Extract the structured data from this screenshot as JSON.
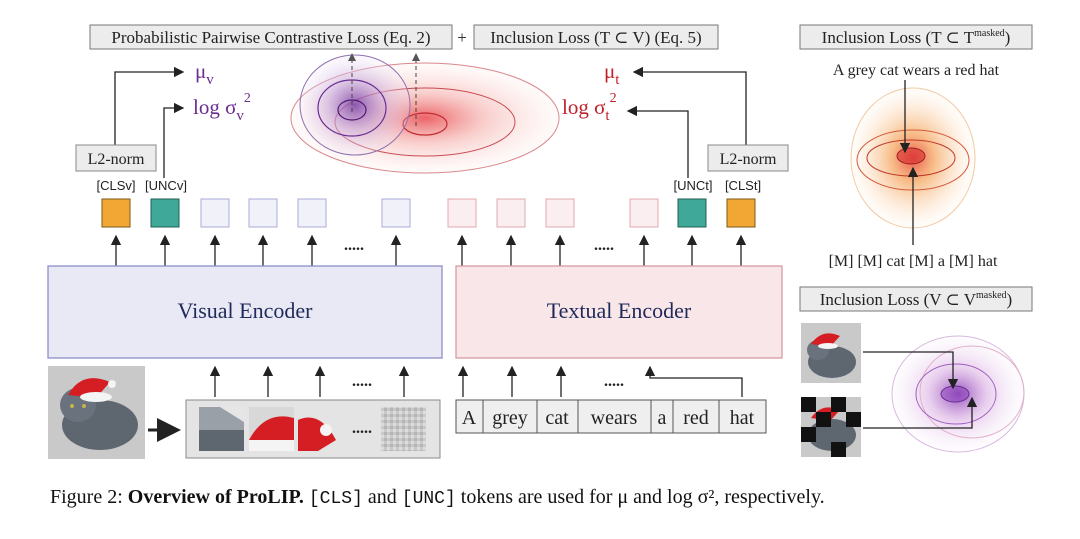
{
  "top_labels": {
    "contrastive": "Probabilistic Pairwise Contrastive Loss (Eq. 2)",
    "plus": "+",
    "inclusion_tv": "Inclusion Loss (T ⊂ V) (Eq. 5)"
  },
  "visual_side": {
    "mu_label": "μ",
    "mu_sub": "v",
    "log_label": "log σ",
    "log_sub": "v",
    "log_sup": "2",
    "l2norm": "L2-norm",
    "cls_label": "[CLSv]",
    "unc_label": "[UNCv]",
    "dots": ".....",
    "encoder": "Visual Encoder",
    "patch_dots": "....."
  },
  "text_side": {
    "mu_label": "μ",
    "mu_sub": "t",
    "log_label": "log σ",
    "log_sub": "t",
    "log_sup": "2",
    "l2norm": "L2-norm",
    "unc_label": "[UNCt]",
    "cls_label": "[CLSt]",
    "dots": ".....",
    "encoder": "Textual Encoder",
    "token_dots": ".....",
    "tokens": [
      "A",
      "grey",
      "cat",
      "wears",
      "a",
      "red",
      "hat"
    ]
  },
  "right_panel": {
    "inclusion_masked_text": "Inclusion Loss (T ⊂ T",
    "masked_sup": "masked",
    "caption_full": "A grey cat wears a red hat",
    "caption_masked": "[M] [M] cat [M] a [M] hat",
    "inclusion_masked_vis": "Inclusion Loss (V ⊂ V",
    "masked_sup2": "masked"
  },
  "caption": {
    "prefix": "Figure 2: ",
    "bold": "Overview of ProLIP.",
    "code1": "[CLS]",
    "and": " and ",
    "code2": "[UNC]",
    "rest": " tokens are used for μ and log σ², respectively."
  },
  "colors": {
    "visual_encoder_fill": "#e8e9f4",
    "visual_encoder_stroke": "#8c8fc8",
    "text_encoder_fill": "#f9e6e8",
    "text_encoder_stroke": "#d99aa2",
    "cls_token": "#f2a634",
    "unc_token": "#3fa898",
    "visual_purple": "#6a2c91",
    "text_red": "#c0202a"
  }
}
